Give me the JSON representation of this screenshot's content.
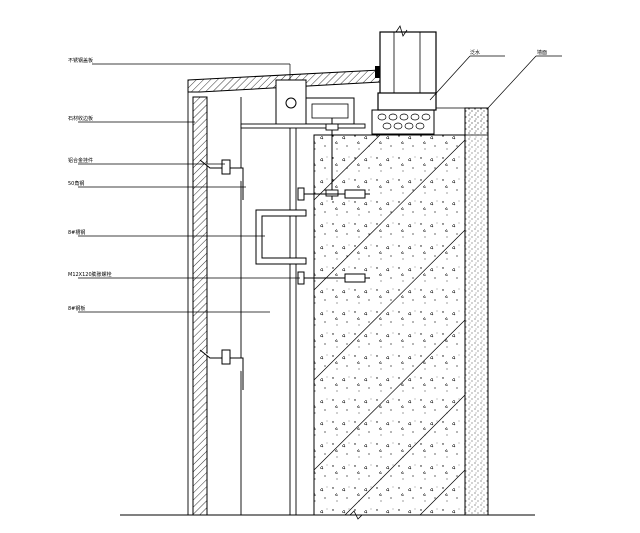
{
  "drawing": {
    "labels": {
      "top_cap": "不锈钢盖板",
      "panel_edge": "石材收边板",
      "plate_bracket": "铝合金挂件",
      "angle": "50角钢",
      "channel": "8#槽钢",
      "anchor_bolt": "M12X120膨胀螺栓",
      "stud": "8#钢板",
      "flashing": "泛水",
      "wall_finish": "墙面"
    }
  },
  "colors": {
    "line": "#000000",
    "background": "#ffffff"
  }
}
